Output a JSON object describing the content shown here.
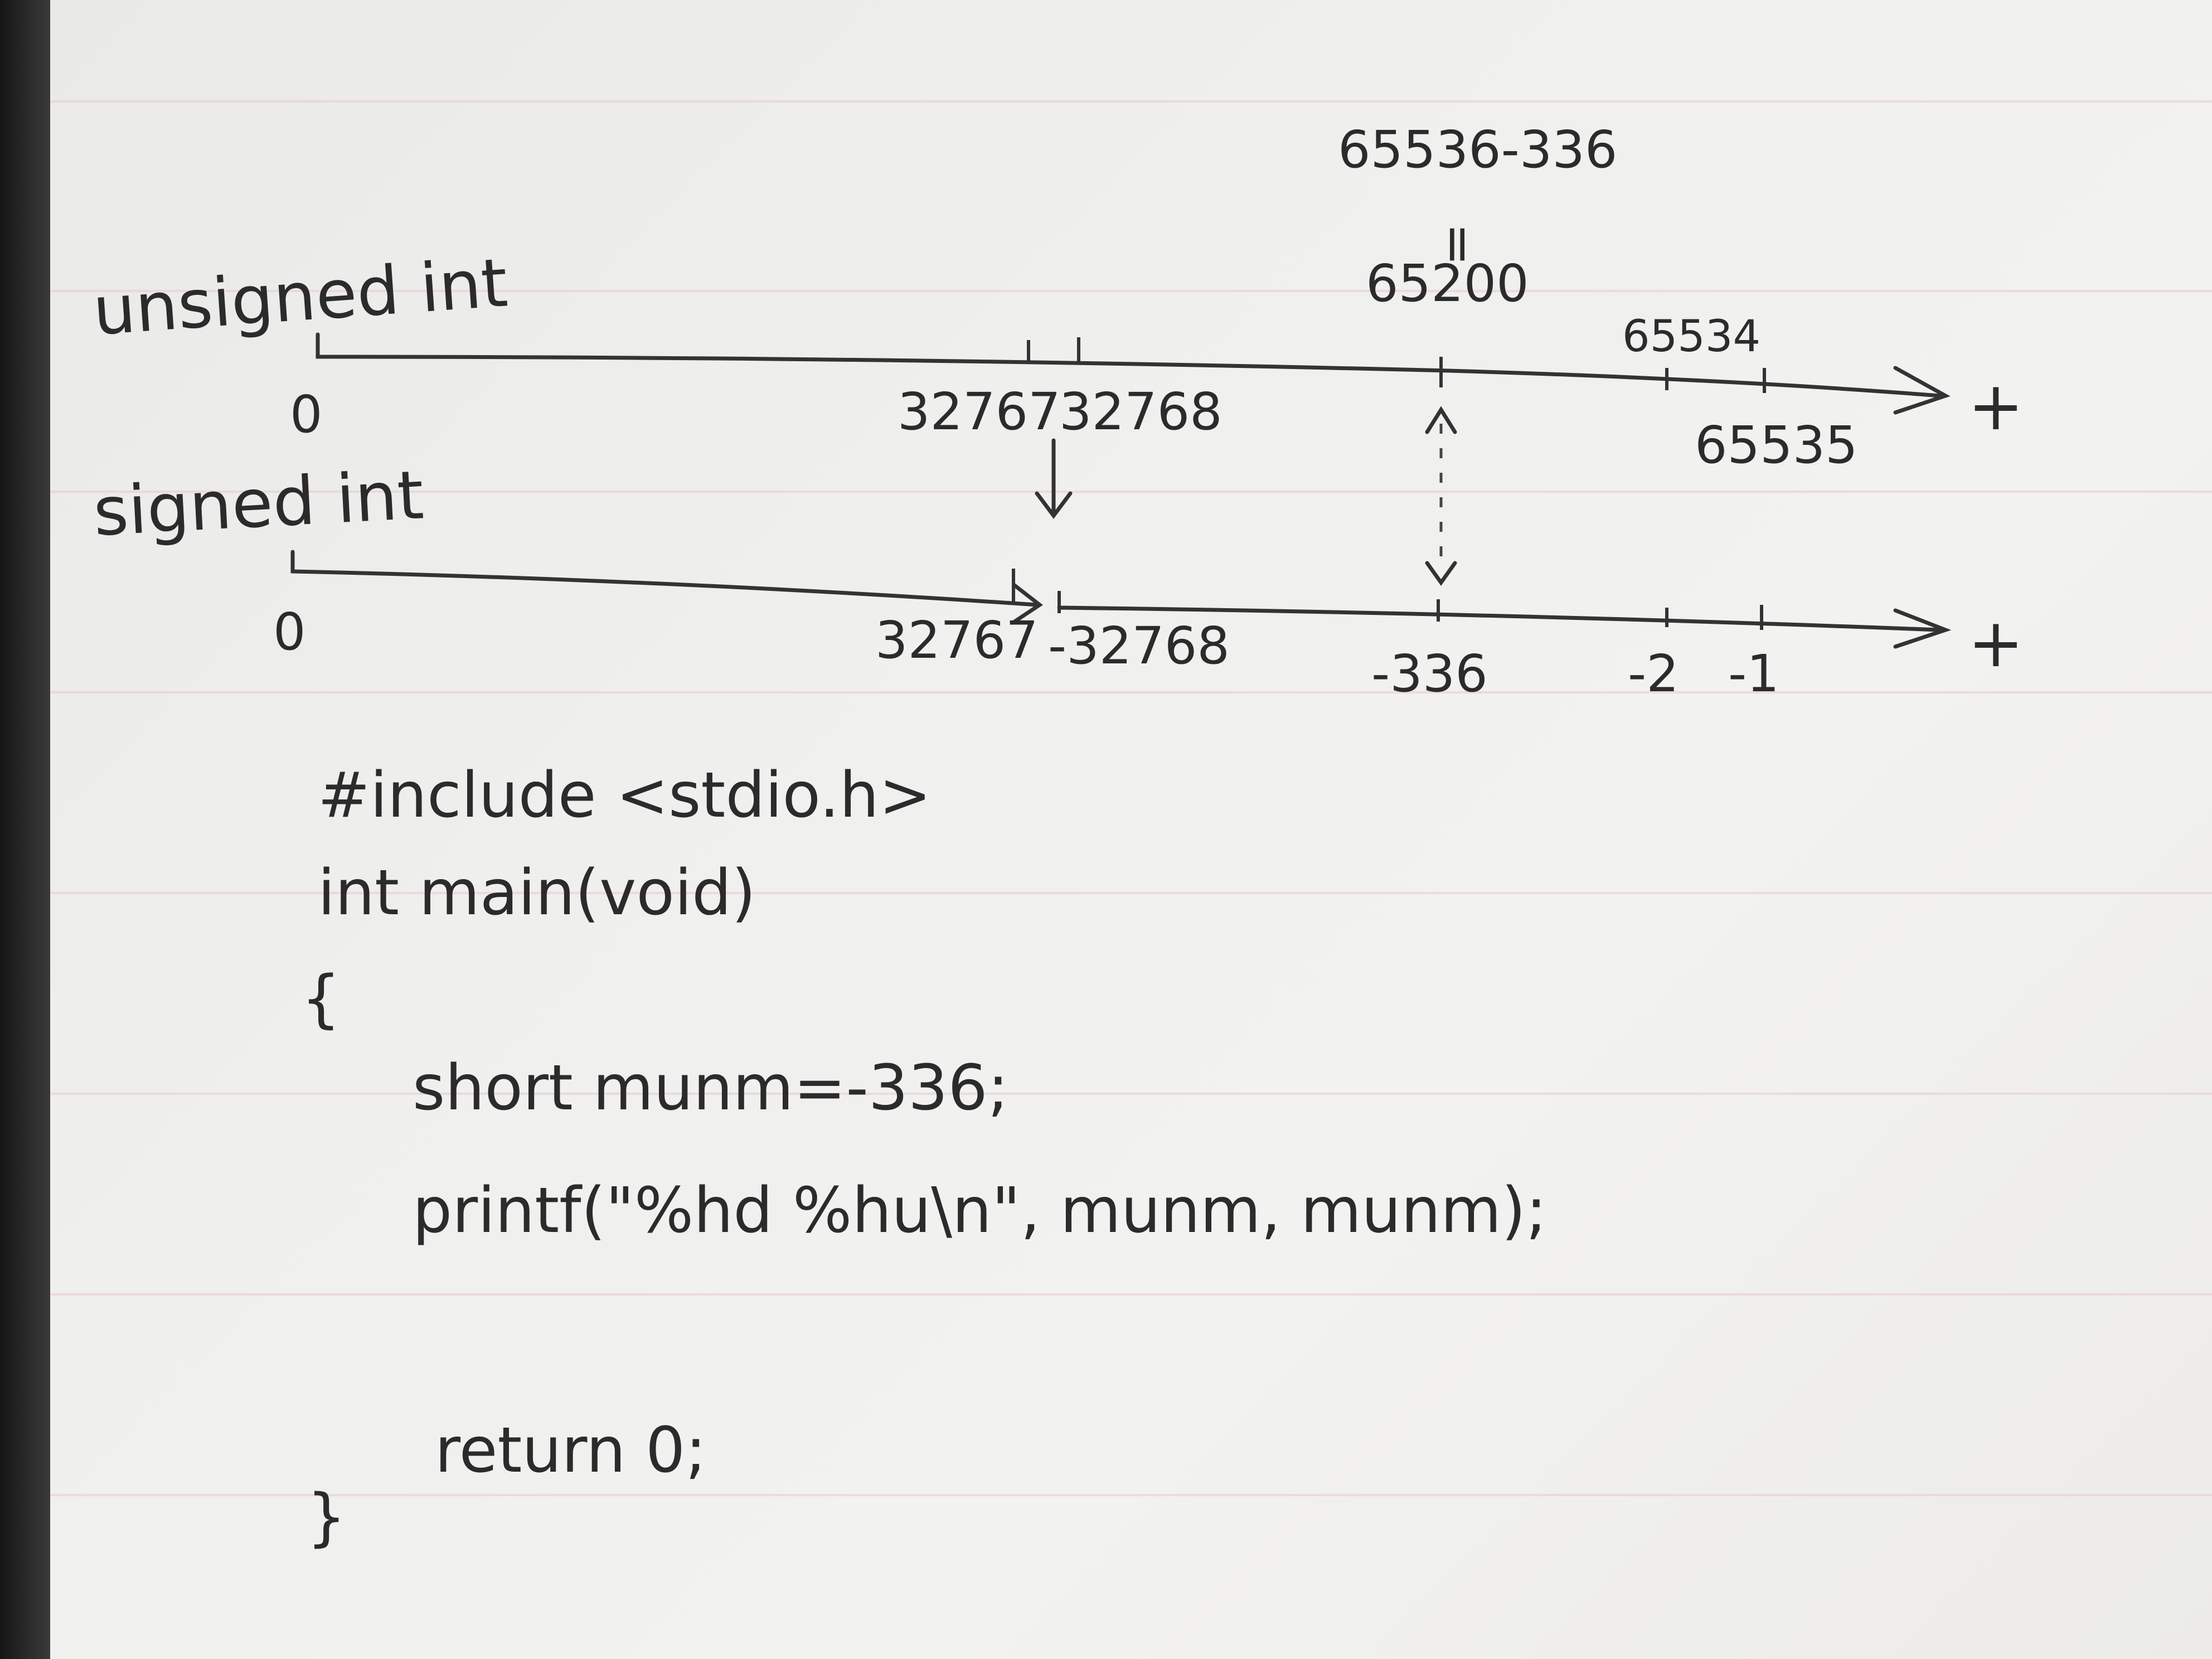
{
  "unsigned_line": {
    "label": "unsigned int",
    "zero": "0",
    "tick_32767": "32767",
    "tick_32768": "32768",
    "tick_65534": "65534",
    "tick_65535": "65535",
    "top_expr": "65536-336",
    "equals": "=",
    "top_value": "65200",
    "plus": "+"
  },
  "signed_line": {
    "label": "signed int",
    "zero": "0",
    "tick_32767": "32767",
    "tick_neg32768": "-32768",
    "tick_neg336": "-336",
    "tick_neg2": "-2",
    "tick_neg1": "-1",
    "plus": "+"
  },
  "code": {
    "line1": "#include <stdio.h>",
    "line2": "int main(void)",
    "line3": "{",
    "line4": "short munm=-336;",
    "line5": "printf(\"%hd %hu\\n\", munm, munm);",
    "line6": "return 0;",
    "line7": "}"
  }
}
